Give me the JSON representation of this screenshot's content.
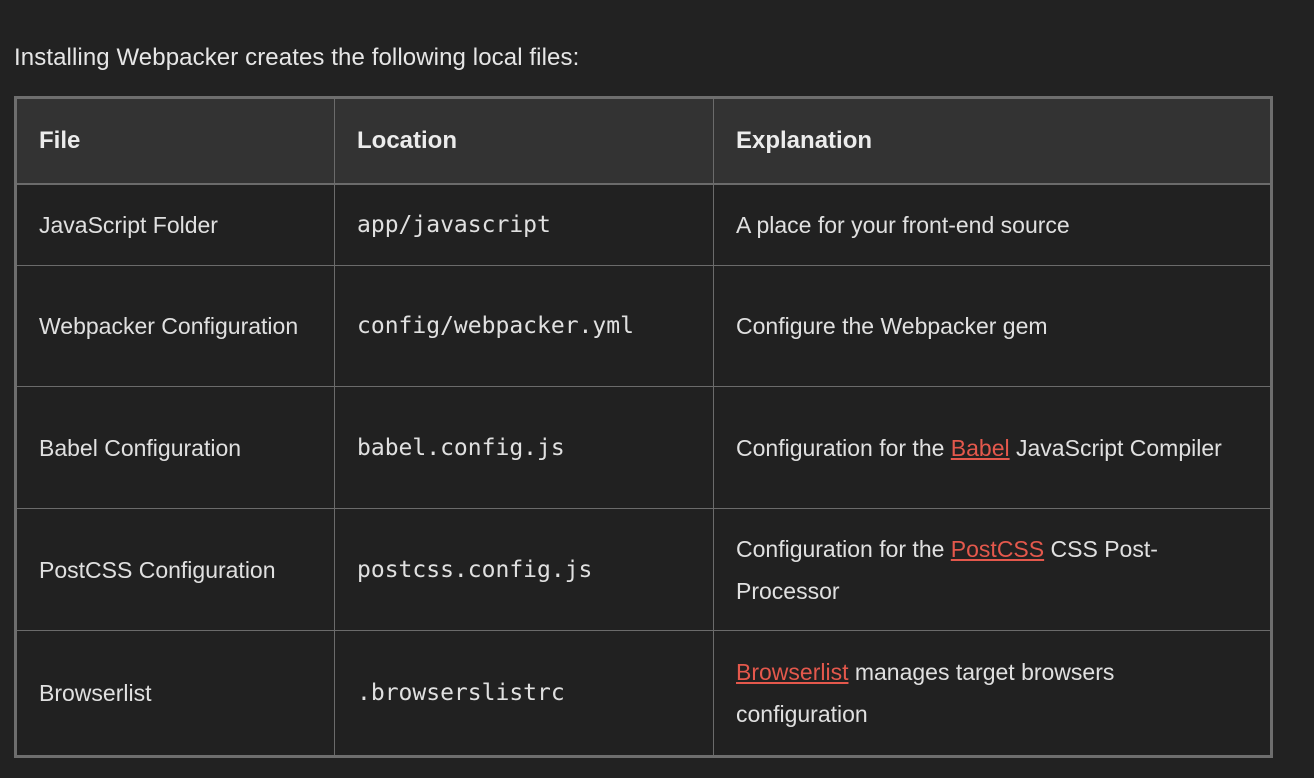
{
  "intro": {
    "text": "Installing Webpacker creates the following local files:"
  },
  "colors": {
    "page_background": "#222222",
    "header_background": "#333333",
    "cell_background": "#212121",
    "border": "#6b6b6b",
    "outer_border": "#6e6e6e",
    "text": "#e3e3e3",
    "link": "#e4584c"
  },
  "table": {
    "headers": {
      "file": "File",
      "location": "Location",
      "explanation": "Explanation"
    },
    "rows": [
      {
        "file": "JavaScript Folder",
        "location": "app/javascript",
        "explanation": {
          "before": "A place for your front-end source",
          "link": "",
          "after": ""
        }
      },
      {
        "file": "Webpacker Configuration",
        "location": "config/webpacker.yml",
        "explanation": {
          "before": "Configure the Webpacker gem",
          "link": "",
          "after": ""
        }
      },
      {
        "file": "Babel Configuration",
        "location": "babel.config.js",
        "explanation": {
          "before": "Configuration for the ",
          "link": "Babel",
          "after": " JavaScript Compiler"
        }
      },
      {
        "file": "PostCSS Configuration",
        "location": "postcss.config.js",
        "explanation": {
          "before": "Configuration for the ",
          "link": "PostCSS",
          "after": " CSS Post-Processor"
        }
      },
      {
        "file": "Browserlist",
        "location": ".browserslistrc",
        "explanation": {
          "before": "",
          "link": "Browserlist",
          "after": " manages target browsers configuration"
        }
      }
    ]
  }
}
